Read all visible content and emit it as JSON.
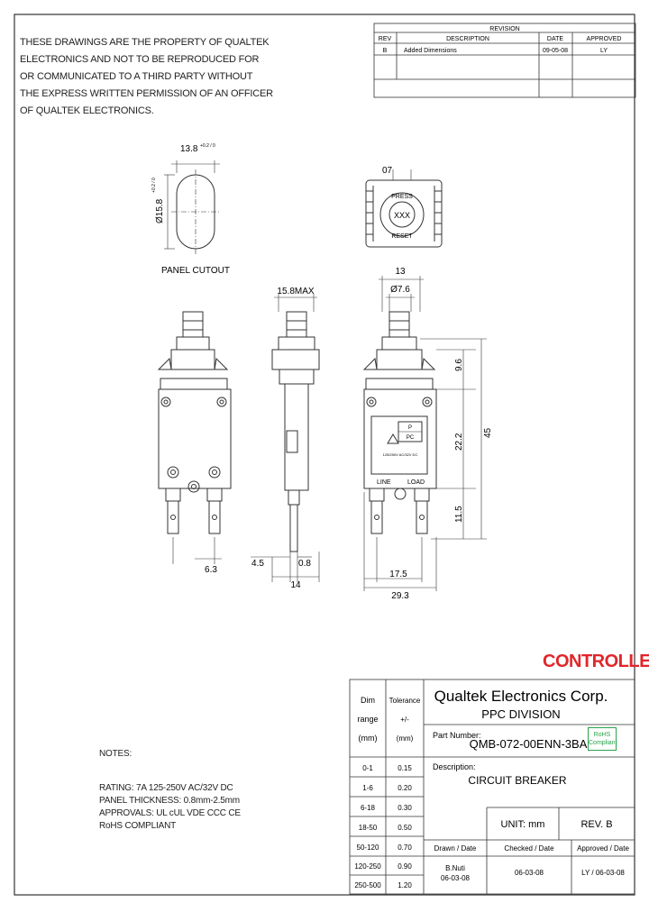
{
  "notice": {
    "lines": [
      "THESE DRAWINGS ARE THE PROPERTY OF QUALTEK",
      "ELECTRONICS AND NOT TO BE REPRODUCED FOR",
      "OR COMMUNICATED TO A THIRD PARTY WITHOUT",
      "THE EXPRESS WRITTEN PERMISSION OF AN OFFICER",
      "OF QUALTEK ELECTRONICS."
    ]
  },
  "revision": {
    "title": "REVISION",
    "headers": {
      "rev": "REV",
      "description": "DESCRIPTION",
      "date": "DATE",
      "approved": "APPROVED"
    },
    "rows": [
      {
        "rev": "B",
        "description": "Added Dimensions",
        "date": "09-05-08",
        "approved": "LY"
      }
    ]
  },
  "drawing": {
    "cutout_width": "13.8",
    "cutout_width_tol": "+0.2 / 0",
    "cutout_height": "Ø15.8",
    "cutout_height_tol": "+0.2 / 0",
    "panel_cutout_label": "PANEL CUTOUT",
    "top_dim": "07",
    "button_text_top": "PRESS",
    "button_text_mid": "XXX",
    "button_text_bottom": "RESET",
    "max_width": "15.8MAX",
    "dim_13": "13",
    "dim_76": "Ø7.6",
    "dim_96": "9.6",
    "dim_222": "22.2",
    "dim_45": "45",
    "dim_115": "11.5",
    "dim_63": "6.3",
    "dim_45s": "4.5",
    "dim_08": "0.8",
    "dim_14": "14",
    "dim_175": "17.5",
    "dim_293": "29.3",
    "label_line": "LINE",
    "label_load": "LOAD",
    "label_p1": "P",
    "label_p2": "PC",
    "label_rating": "125/250V AC/32V DC"
  },
  "stamp": "CONTROLLED",
  "title_block": {
    "company": "Qualtek Electronics Corp.",
    "division": "PPC DIVISION",
    "part_label": "Part Number:",
    "part_number": "QMB-072-00ENN-3BA",
    "rohs_line1": "RoHS",
    "rohs_line2": "Compliant",
    "desc_label": "Description:",
    "description": "CIRCUIT BREAKER",
    "unit": "UNIT: mm",
    "rev": "REV. B",
    "col_dim": "Dim range (mm)",
    "col_dim_lines": [
      "Dim",
      "range",
      "(mm)"
    ],
    "col_tol_lines": [
      "Tolerance",
      "+/-",
      "(mm)"
    ],
    "tolerances": [
      {
        "range": "0-1",
        "tol": "0.15"
      },
      {
        "range": "1-6",
        "tol": "0.20"
      },
      {
        "range": "6-18",
        "tol": "0.30"
      },
      {
        "range": "18-50",
        "tol": "0.50"
      },
      {
        "range": "50-120",
        "tol": "0.70"
      },
      {
        "range": "120-250",
        "tol": "0.90"
      },
      {
        "range": "250-500",
        "tol": "1.20"
      }
    ],
    "drawn_label": "Drawn / Date",
    "checked_label": "Checked / Date",
    "approved_label": "Approved / Date",
    "drawn_by": "B.Nuti",
    "drawn_date": "06-03-08",
    "checked_date": "06-03-08",
    "approved_value": "LY / 06-03-08"
  },
  "notes": {
    "title": "NOTES:",
    "items": [
      "RATING: 7A 125-250V AC/32V DC",
      "PANEL THICKNESS: 0.8mm-2.5mm",
      "APPROVALS: UL cUL VDE CCC CE",
      "RoHS COMPLIANT"
    ]
  }
}
